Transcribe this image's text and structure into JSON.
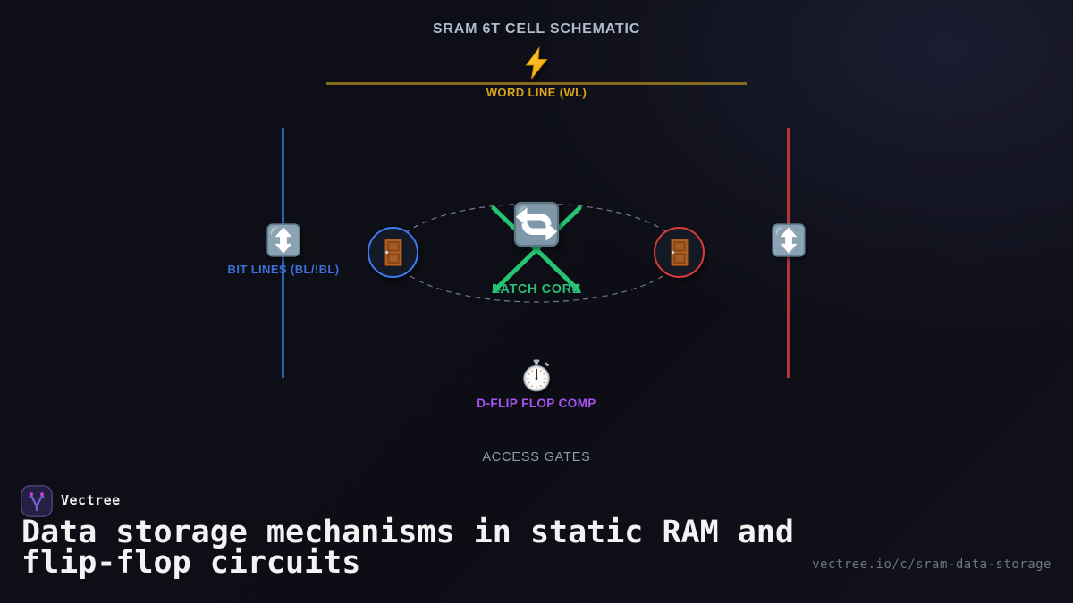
{
  "diagram": {
    "title": "SRAM 6T CELL SCHEMATIC",
    "word_line": {
      "label": "WORD LINE (WL)",
      "icon": "lightning-bolt-icon",
      "text_color": "#d9a31b",
      "line_color": "#85691c"
    },
    "bit_lines": {
      "label": "BIT LINES (BL/!BL)",
      "icon": "up-down-arrow-icon",
      "text_color": "#3f6fd8",
      "left_line_color": "#2e5dab",
      "right_line_color": "#b23739"
    },
    "latch_core": {
      "label": "LATCH CORE",
      "icon": "counterclockwise-arrows-icon",
      "text_color": "#2abd79",
      "cross_arrow_color": "#25c472",
      "coupling_path_style": "dashed-ellipse"
    },
    "access_gates": {
      "label": "ACCESS GATES",
      "text_color": "#909aaa",
      "left_gate_icon": "door-icon",
      "right_gate_icon": "door-icon",
      "left_ring_color": "#3b7bf0",
      "right_ring_color": "#df3a3a"
    },
    "d_flip_flop": {
      "label": "D-FLIP FLOP COMP",
      "icon": "stopwatch-icon",
      "text_color": "#a853f2"
    }
  },
  "footer": {
    "brand": "Vectree",
    "brand_icon": "vectree-logo-icon",
    "heading": "Data storage mechanisms in static RAM and flip-flop circuits",
    "url": "vectree.io/c/sram-data-storage"
  }
}
